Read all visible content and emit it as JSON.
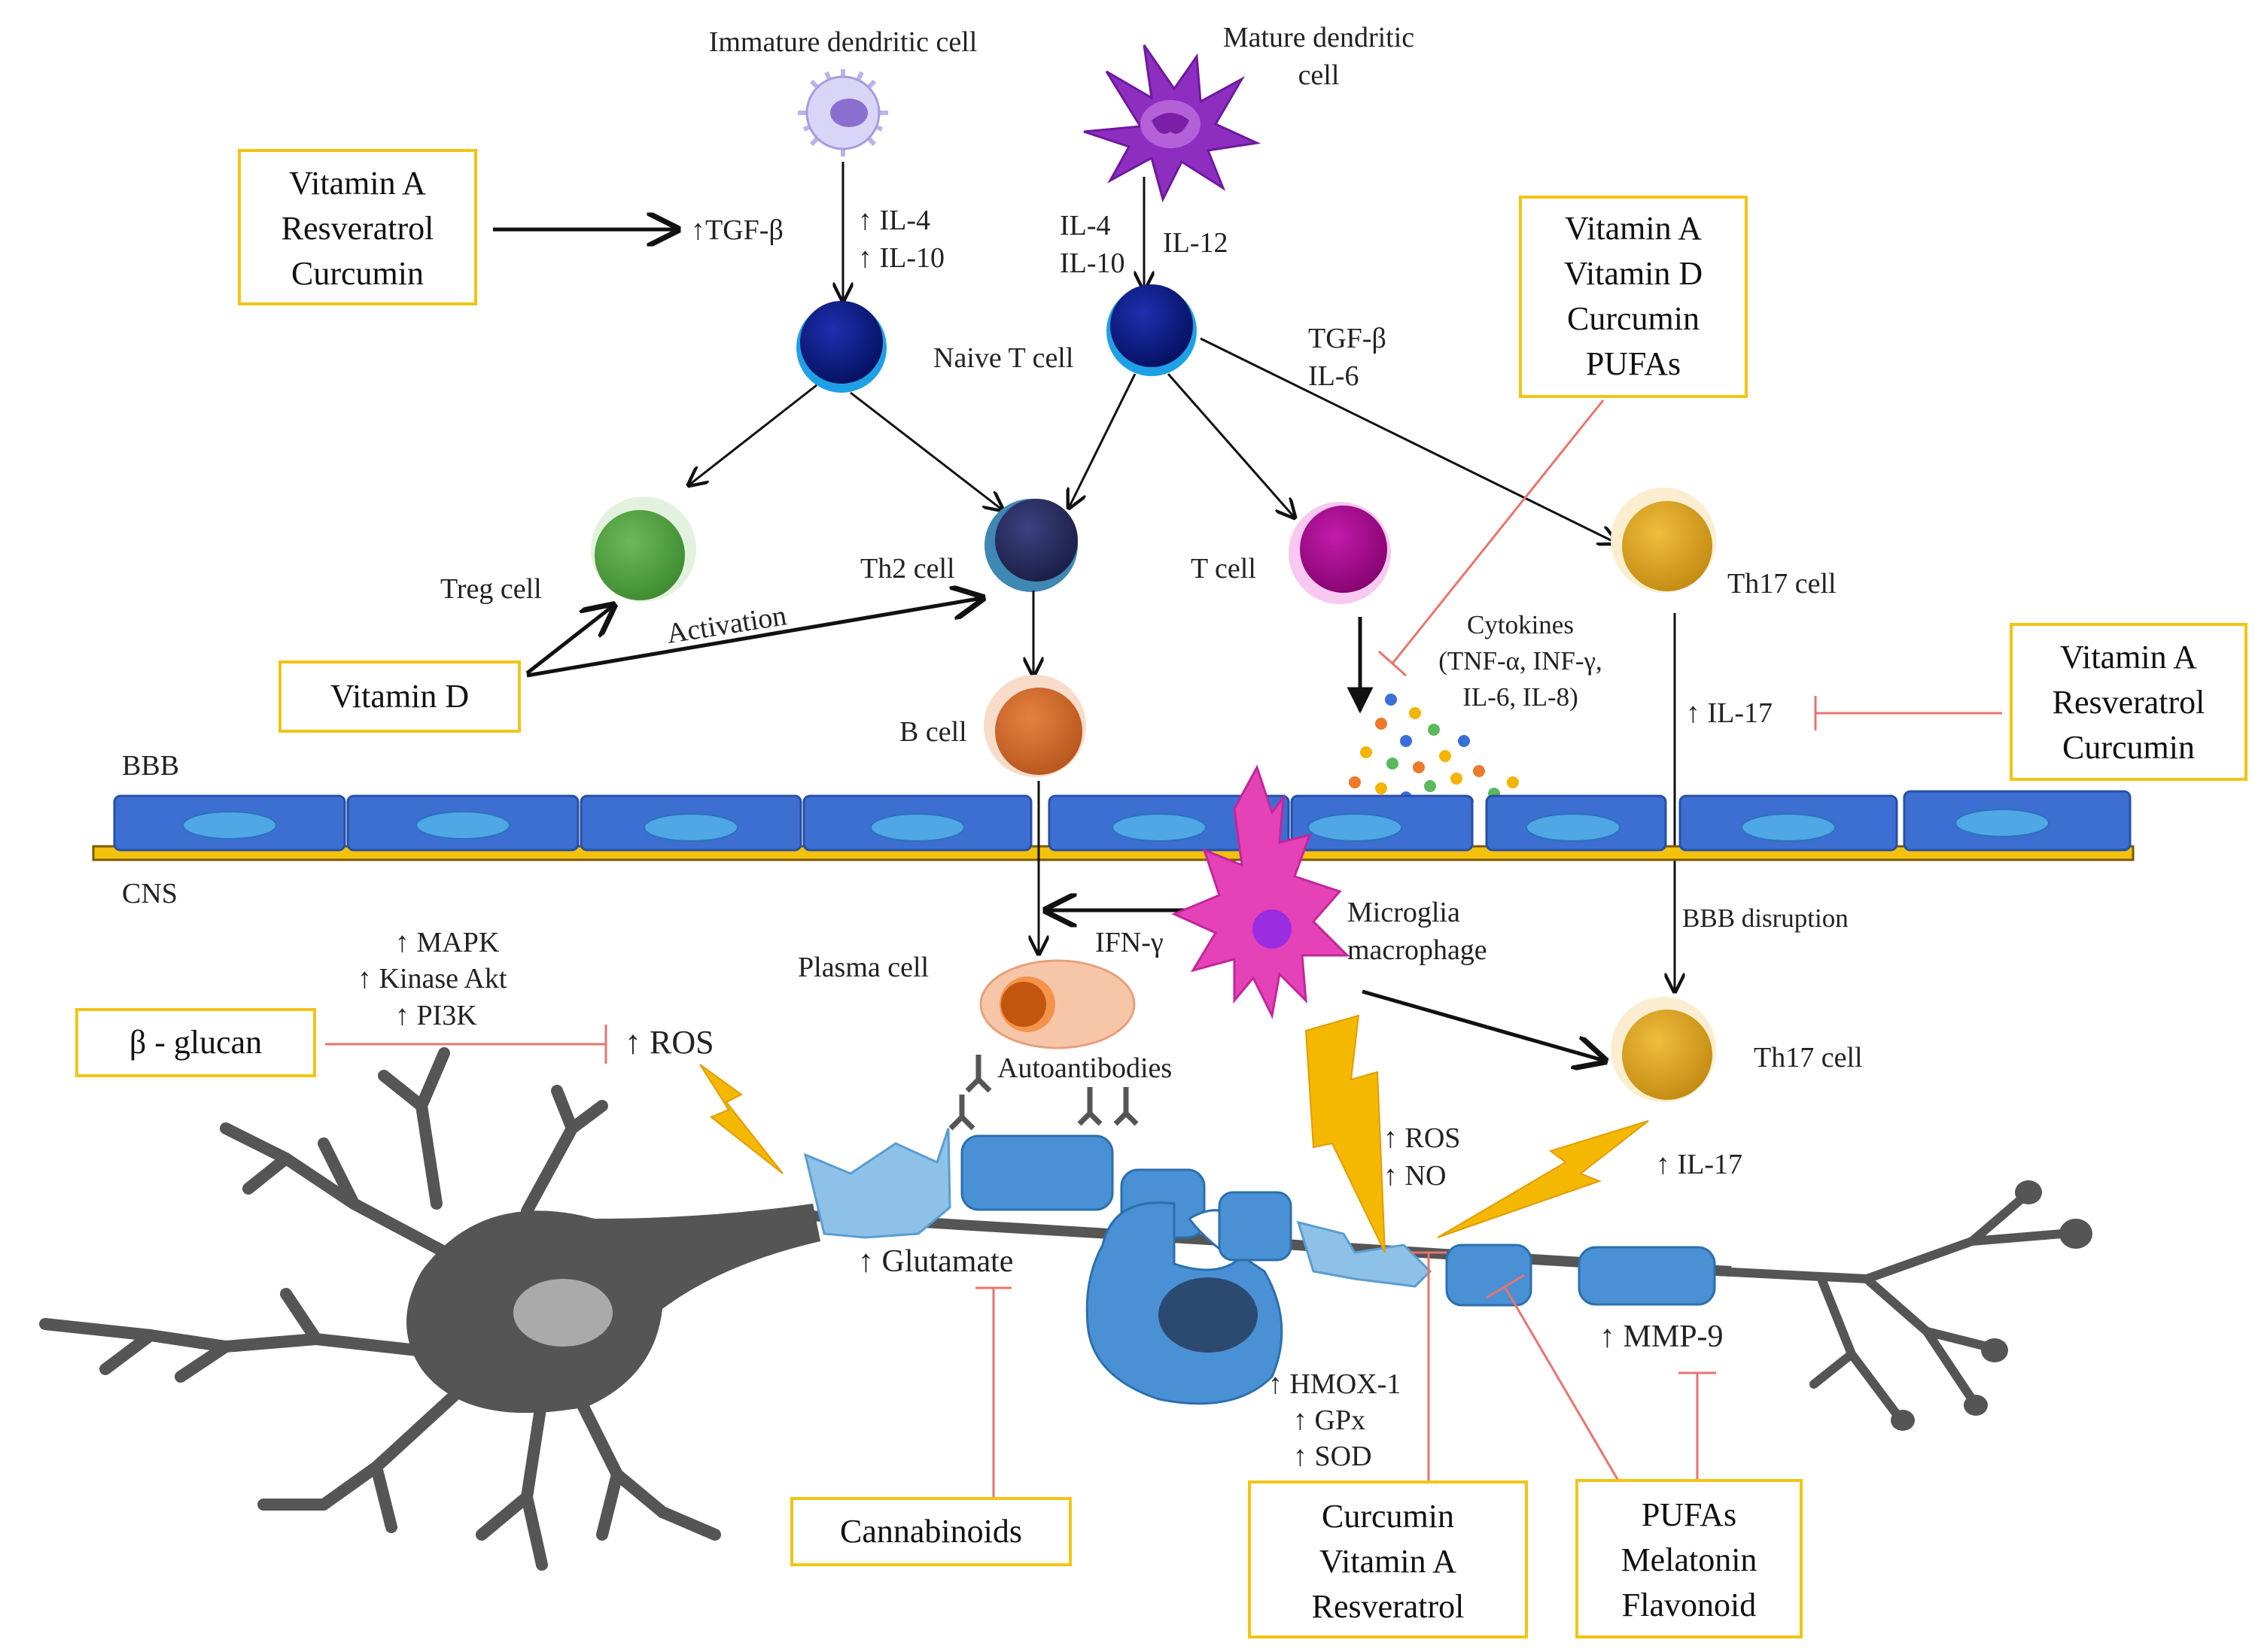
{
  "cells": {
    "immature_dc": "Immature dendritic cell",
    "mature_dc_1": "Mature dendritic",
    "mature_dc_2": "cell",
    "naive_t": "Naive T cell",
    "treg": "Treg cell",
    "th2": "Th2 cell",
    "t_cell": "T cell",
    "th17_top": "Th17 cell",
    "b_cell": "B cell",
    "plasma": "Plasma cell",
    "microglia_1": "Microglia",
    "microglia_2": "macrophage",
    "th17_bottom": "Th17 cell"
  },
  "barrier": {
    "bbb": "BBB",
    "cns": "CNS",
    "disruption": "BBB disruption"
  },
  "signals": {
    "tgf_b_left": "↑TGF-β",
    "il4_up": "↑ IL-4",
    "il10_up": "↑ IL-10",
    "il4": "IL-4",
    "il10": "IL-10",
    "il12": "IL-12",
    "tgf_b": "TGF-β",
    "il6": "IL-6",
    "activation": "Activation",
    "cytokines_1": "Cytokines",
    "cytokines_2": "(TNF-α, INF-γ,",
    "cytokines_3": "IL-6, IL-8)",
    "il17_top": "↑  IL-17",
    "ifn_g": "IFN-γ",
    "mapk": "↑ MAPK",
    "akt": "↑ Kinase Akt",
    "pi3k": "↑ PI3K",
    "ros_left": "↑ ROS",
    "autoantibodies": "Autoantibodies",
    "glutamate": "↑ Glutamate",
    "ros_right": "↑ ROS",
    "no": "↑ NO",
    "il17_bottom": "↑ IL-17",
    "mmp9": "↑  MMP-9",
    "hmox": "↑ HMOX-1",
    "gpx": "↑ GPx",
    "sod": "↑ SOD"
  },
  "boxes": {
    "top_left": [
      "Vitamin A",
      "Resveratrol",
      "Curcumin"
    ],
    "top_right": [
      "Vitamin A",
      "Vitamin D",
      "Curcumin",
      "PUFAs"
    ],
    "vitamin_d": "Vitamin D",
    "right": [
      "Vitamin A",
      "Resveratrol",
      "Curcumin"
    ],
    "beta_glucan": "β - glucan",
    "cannabinoids": "Cannabinoids",
    "bottom_mid": [
      "Curcumin",
      "Vitamin A",
      "Resveratrol"
    ],
    "bottom_right": [
      "PUFAs",
      "Melatonin",
      "Flavonoid"
    ]
  },
  "colors": {
    "box_border": "#f2c414",
    "inhibit_line": "#e8746d",
    "naive_t": "#0a1a8c",
    "treg": "#4c9a3a",
    "th2": "#2b2f5e",
    "t_cell": "#a3048f",
    "th17": "#dba21f",
    "b_cell": "#d0672a",
    "microglia": "#e040b5",
    "neuron": "#5a5a5a",
    "myelin": "#4a90d4",
    "bolt": "#f5b800"
  }
}
